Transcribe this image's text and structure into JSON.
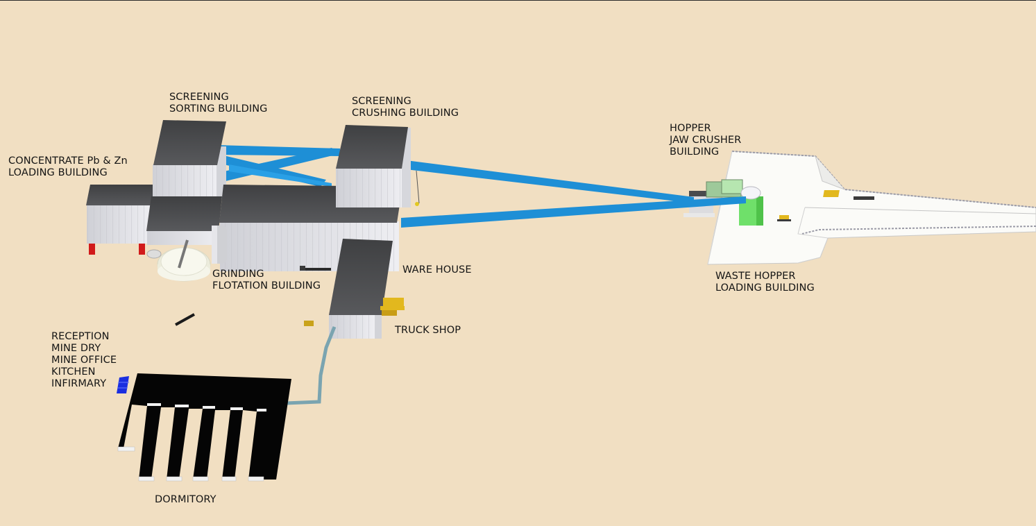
{
  "labels": {
    "screening_sorting": [
      "SCREENING",
      "SORTING BUILDING"
    ],
    "screening_crushing": [
      "SCREENING",
      "CRUSHING BUILDING"
    ],
    "concentrate": [
      "CONCENTRATE Pb & Zn",
      "LOADING BUILDING"
    ],
    "hopper_jaw": [
      "HOPPER",
      "JAW CRUSHER",
      "BUILDING"
    ],
    "grinding": [
      "GRINDING",
      "FLOTATION BUILDING"
    ],
    "warehouse": [
      "WARE HOUSE"
    ],
    "waste_hopper": [
      "WASTE HOPPER",
      "LOADING BUILDING"
    ],
    "truck_shop": [
      "TRUCK SHOP"
    ],
    "reception": [
      "RECEPTION",
      "MINE DRY",
      "MINE OFFICE",
      "KITCHEN",
      "INFIRMARY"
    ],
    "dormitory": [
      "DORMITORY"
    ]
  },
  "colors": {
    "ground": "#f1dfc2",
    "roof": "#4a4b4d",
    "wall": "#e4e4e8",
    "conveyor": "#1e8fd6",
    "pad": "#fbfbf8",
    "dormitory": "#050505",
    "crusher_green": "#6fe06a",
    "truck_yellow": "#e2b81e",
    "reception_blue": "#1a2ee0",
    "loader_red": "#d11a1a"
  }
}
